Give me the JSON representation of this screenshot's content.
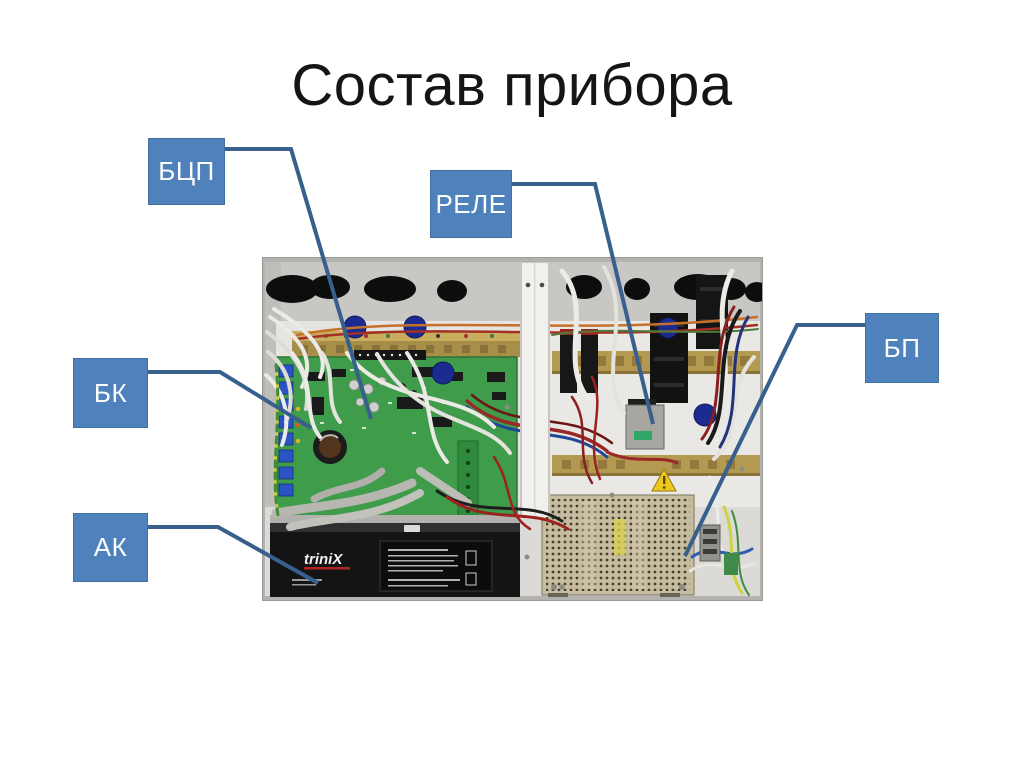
{
  "slide": {
    "title": "Состав прибора"
  },
  "colors": {
    "background": "#ffffff",
    "callout_fill": "#4f81bd",
    "callout_border": "#41719c",
    "callout_text": "#ffffff",
    "connector_line": "#38608c",
    "title_text": "#151515"
  },
  "callouts": [
    {
      "id": "bcp",
      "label": "БЦП"
    },
    {
      "id": "rele",
      "label": "РЕЛЕ"
    },
    {
      "id": "bk",
      "label": "БК"
    },
    {
      "id": "ak",
      "label": "АК"
    },
    {
      "id": "bp",
      "label": "БП"
    }
  ],
  "photo": {
    "battery_label": "triniX"
  }
}
